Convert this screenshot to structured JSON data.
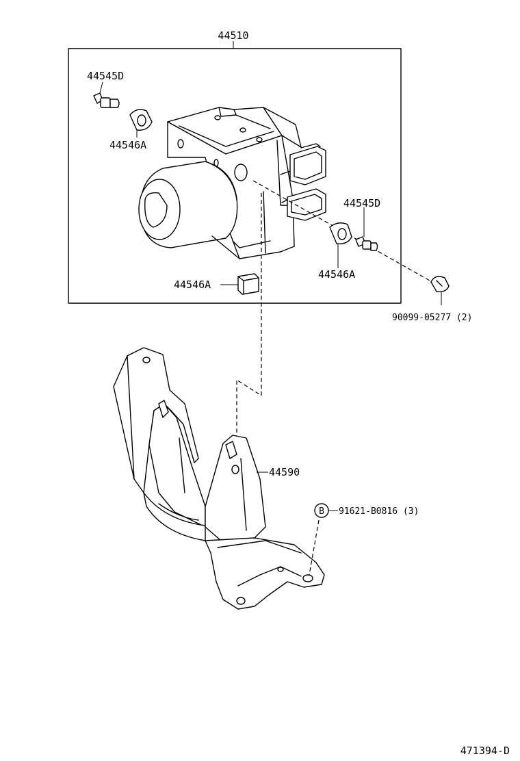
{
  "labels": {
    "assembly": "44510",
    "bolt_left": "44545D",
    "cushion_left": "44546A",
    "bolt_right": "44545D",
    "cushion_right": "44546A",
    "cushion_bottom": "44546A",
    "nut": "90099-05277 (2)",
    "bracket": "44590",
    "bolt_marker": "B",
    "bolt": "91621-B0816 (3)",
    "drawing_number": "471394-D"
  }
}
